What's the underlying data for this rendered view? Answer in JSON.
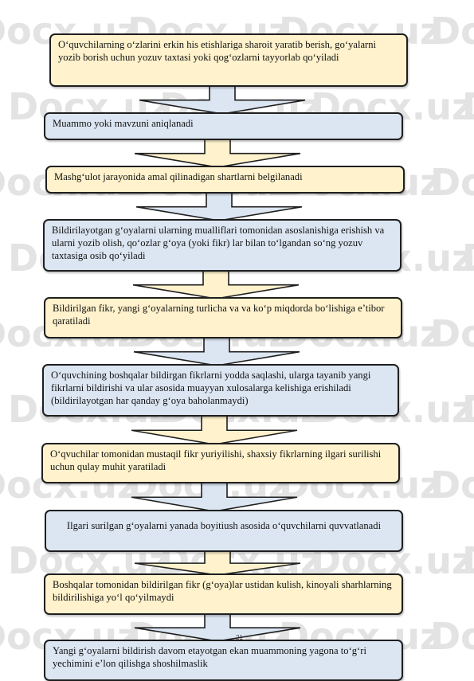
{
  "colors": {
    "cream": "#fff2cc",
    "blue": "#dce6f2",
    "border": "#1f1f1f",
    "watermark": "#e3e3e3"
  },
  "watermark": {
    "text": "Docx.uz"
  },
  "page_number": "21",
  "steps": [
    {
      "text": "O‘quvchilarning o‘zlarini erkin his etishlariga sharoit yaratib berish, go‘yalarni yozib borish uchun yozuv taxtasi yoki qog‘ozlarni tayyorlab qo‘yiladi",
      "color": "cream"
    },
    {
      "text": "Muammo yoki mavzuni aniqlanadi",
      "color": "blue"
    },
    {
      "text": "Mashg‘ulot jarayonida amal qilinadigan shartlarni belgilanadi",
      "color": "cream"
    },
    {
      "text": "Bildirilayotgan g‘oyalarni ularning mualliflari tomonidan asoslanishiga erishish va ularni yozib olish, qo‘ozlar g‘oya (yoki fikr) lar bilan to‘lgandan so‘ng yozuv taxtasiga osib qo‘yiladi",
      "color": "blue"
    },
    {
      "text": "Bildirilgan fikr, yangi g‘oyalarning turlicha va va ko‘p miqdorda bo‘lishiga e’tibor qaratiladi",
      "color": "cream"
    },
    {
      "text": "O‘quvchining boshqalar bildirgan fikrlarni yodda saqlashi, ularga tayanib yangi fikrlarni bildirishi va ular asosida muayyan xulosalarga kelishiga erishiladi (bildirilayotgan har qanday g‘oya baholanmaydi)",
      "color": "blue"
    },
    {
      "text": "O‘qvuchilar tomonidan mustaqil fikr yuriyilishi, shaxsiy fikrlarning ilgari surilishi uchun qulay muhit yaratiladi",
      "color": "cream"
    },
    {
      "text": "Ilgari surilgan g‘oyalarni yanada boyitiush asosida o‘quvchilarni quvvatlanadi",
      "color": "blue"
    },
    {
      "text": "Boshqalar tomonidan bildirilgan fikr (g‘oya)lar ustidan kulish, kinoyali sharhlarning bildirilishiga yo‘l qo‘yilmaydi",
      "color": "cream"
    },
    {
      "text": "Yangi g‘oyalarni bildirish davom etayotgan ekan muammoning yagona to‘g‘ri yechimini e’lon qilishga shoshilmaslik",
      "color": "blue"
    }
  ]
}
